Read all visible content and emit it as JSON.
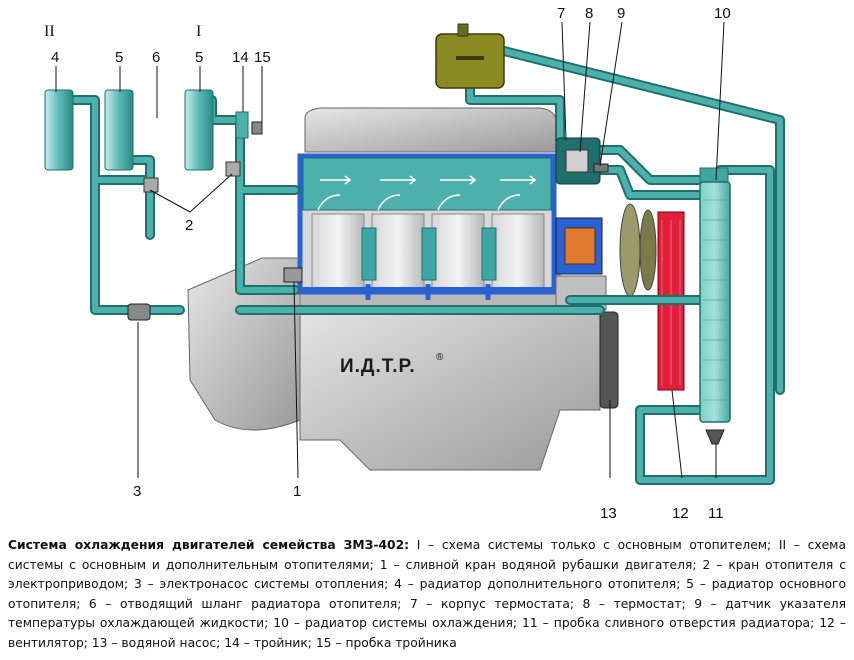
{
  "labels": {
    "scheme_ii": "II",
    "scheme_i": "I",
    "n4": "4",
    "n5a": "5",
    "n6": "6",
    "n5b": "5",
    "n14": "14",
    "n15": "15",
    "n7": "7",
    "n8": "8",
    "n9": "9",
    "n10": "10",
    "n2": "2",
    "n3": "3",
    "n1": "1",
    "n13": "13",
    "n12": "12",
    "n11": "11"
  },
  "brand": "И.Д.Т.Р.",
  "brand_mark": "®",
  "caption": {
    "title": "Система охлаждения двигателей семейства ЗМЗ-402:",
    "text": " I – схема системы только с основным отопителем; II – схема системы с основным и дополнительным отопителями; 1 – сливной кран водяной рубашки двигателя; 2 – кран отопителя с электроприводом; 3 – электронасос системы отопления; 4 – радиатор дополнительного отопителя; 5 – радиатор основного отопителя; 6 – отводящий шланг радиатора отопителя; 7 – корпус термостата; 8 – термостат; 9 – датчик указателя температуры охлаждающей жидкости; 10 – радиатор системы охлаждения; 11 – пробка сливного отверстия радиатора; 12 – вентилятор; 13 – водяной насос; 14 – тройник; 15 – пробка тройника"
  },
  "colors": {
    "coolant": "#3fa7a3",
    "coolant_dark": "#1f6f6c",
    "engine_grey": "#c8c8c8",
    "jacket_blue": "#2a62d6",
    "fan_red": "#e0203a",
    "tank_olive": "#8a8a20"
  }
}
